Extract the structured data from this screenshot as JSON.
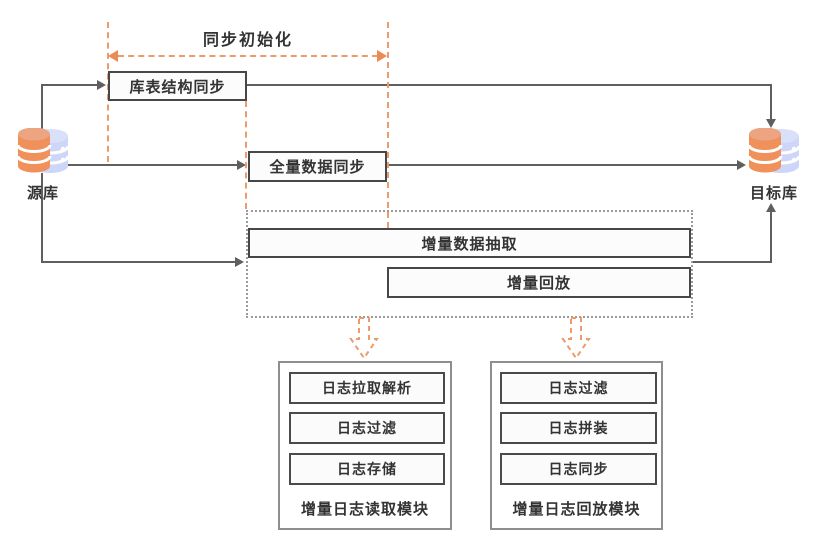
{
  "title": "同步初始化",
  "databases": {
    "source": "源库",
    "target": "目标库"
  },
  "flow": {
    "schema_sync": "库表结构同步",
    "full_sync": "全量数据同步",
    "incremental_extract": "增量数据抽取",
    "incremental_replay": "增量回放"
  },
  "modules": {
    "reader": {
      "caption": "增量日志读取模块",
      "steps": [
        "日志拉取解析",
        "日志过滤",
        "日志存储"
      ]
    },
    "replayer": {
      "caption": "增量日志回放模块",
      "steps": [
        "日志过滤",
        "日志拼装",
        "日志同步"
      ]
    }
  },
  "colors": {
    "accent_orange": "#ED9B6B",
    "arrow_orange": "#E98B53",
    "db_orange": "#F0905A",
    "db_orange_top": "#EDA581",
    "db_blue": "#CDD6F8",
    "db_blue_top": "#D9E0FA",
    "line_gray": "#5F5F5F",
    "box_border": "#474747",
    "dotted_border": "#9A9A9A",
    "text": "#333333"
  }
}
